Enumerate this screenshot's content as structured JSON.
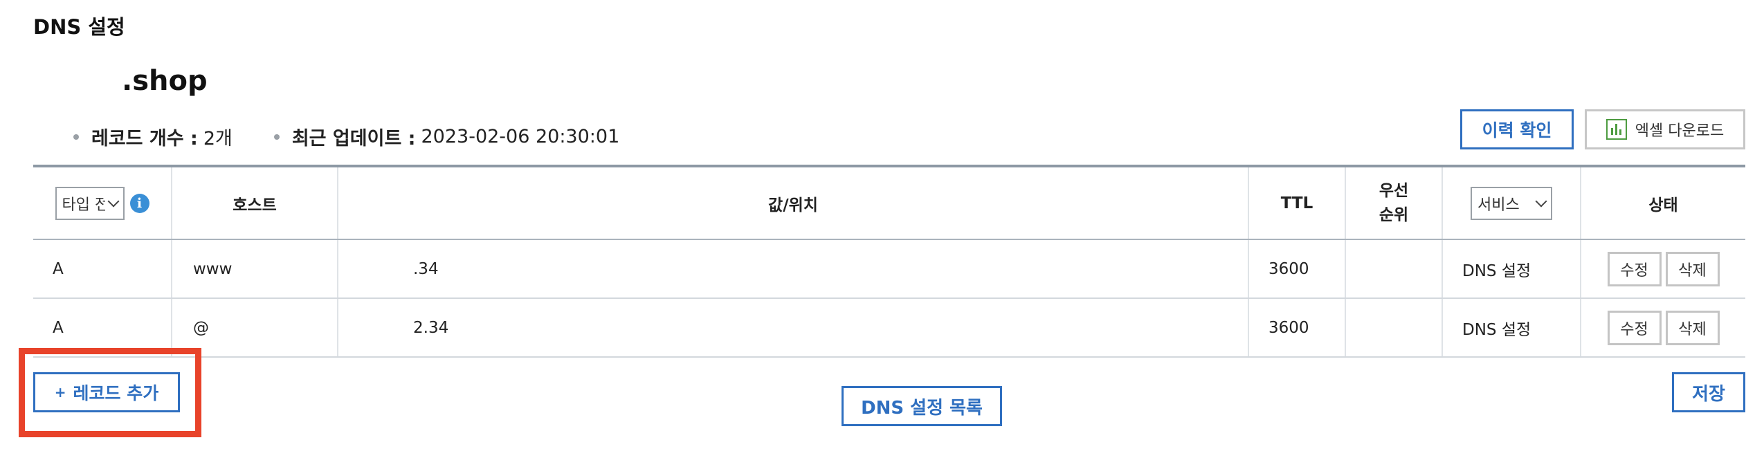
{
  "page": {
    "title": "DNS 설정",
    "domain": ".shop"
  },
  "summary": {
    "record_count_label": "레코드 개수 :",
    "record_count_value": "2개",
    "updated_label": "최근 업데이트 :",
    "updated_value": "2023-02-06 20:30:01"
  },
  "actions": {
    "history": "이력 확인",
    "excel": "엑셀 다운로드"
  },
  "table": {
    "type_filter": "타입 전",
    "info_icon": "i",
    "headers": {
      "host": "호스트",
      "value": "값/위치",
      "ttl": "TTL",
      "priority_line1": "우선",
      "priority_line2": "순위",
      "state": "상태"
    },
    "service_filter": "서비스",
    "rows": [
      {
        "type": "A",
        "host": "www",
        "value": ".34",
        "ttl": "3600",
        "priority": "",
        "service": "DNS 설정",
        "edit": "수정",
        "delete": "삭제"
      },
      {
        "type": "A",
        "host": "@",
        "value": "2.34",
        "ttl": "3600",
        "priority": "",
        "service": "DNS 설정",
        "edit": "수정",
        "delete": "삭제"
      }
    ]
  },
  "footer": {
    "add_record_plus": "+",
    "add_record": "레코드 추가",
    "dns_list": "DNS 설정 목록",
    "save": "저장"
  },
  "colors": {
    "accent": "#2f6fc0",
    "highlight": "#e8432a",
    "excel_green": "#4e9c41",
    "info_blue": "#3a8fd6"
  },
  "icons": {
    "info": "info-icon",
    "excel": "excel-chart-icon",
    "dropdown": "chevron-down-icon"
  }
}
